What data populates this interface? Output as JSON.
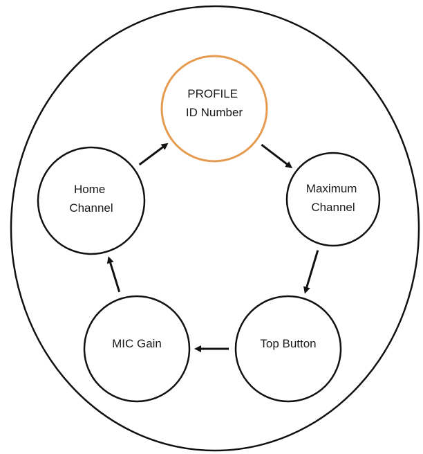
{
  "diagram": {
    "nodes": [
      {
        "id": "profile",
        "lines": [
          "PROFILE",
          "ID Number"
        ],
        "highlight": true
      },
      {
        "id": "maximum",
        "lines": [
          "Maximum",
          "Channel"
        ],
        "highlight": false
      },
      {
        "id": "top",
        "lines": [
          "Top Button"
        ],
        "highlight": false
      },
      {
        "id": "mic",
        "lines": [
          "MIC Gain"
        ],
        "highlight": false
      },
      {
        "id": "home",
        "lines": [
          "Home",
          "Channel"
        ],
        "highlight": false
      }
    ],
    "edges": [
      {
        "from": "profile",
        "to": "maximum"
      },
      {
        "from": "maximum",
        "to": "top"
      },
      {
        "from": "top",
        "to": "mic"
      },
      {
        "from": "mic",
        "to": "home"
      },
      {
        "from": "home",
        "to": "profile"
      }
    ],
    "colors": {
      "highlight": "#E59A4E",
      "stroke": "#111111",
      "text": "#1a1a1a"
    }
  }
}
